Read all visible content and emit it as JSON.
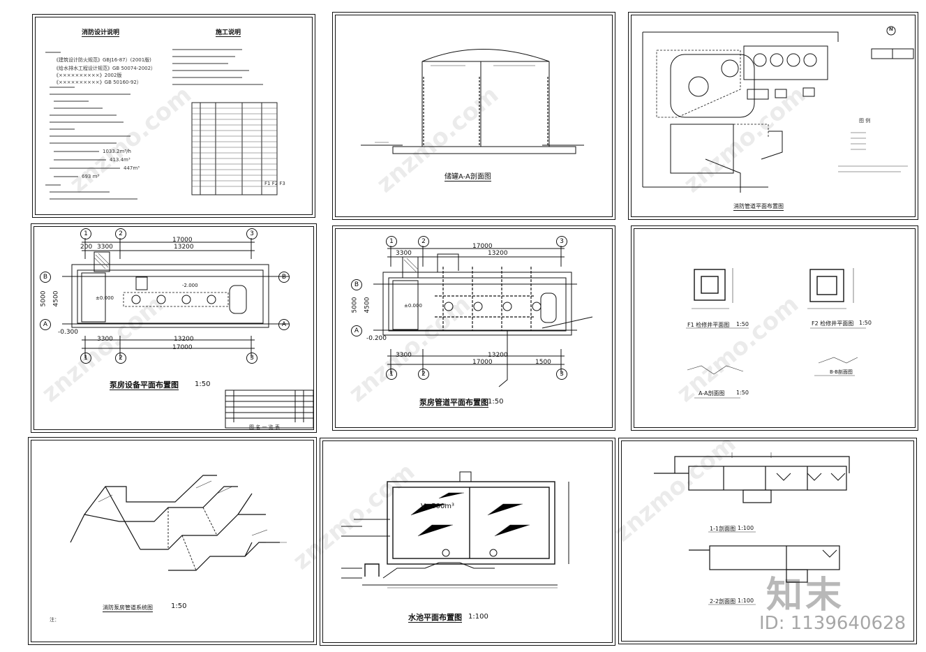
{
  "panels": {
    "notes": {
      "title_left": "消防设计说明",
      "title_right": "施工说明",
      "line1": "《建筑设计防火规范》GBJ16-87）(2001版)",
      "line2": "《给水排水工程设计规范》GB 50074-2002）",
      "line3": "《××××××××××》2002版",
      "line4": "《××××××××××》GB 50160-92）",
      "fig1": "1033.2m³/h",
      "fig2": "413.4m³",
      "fig3": "447m³",
      "fig4": "693 m³",
      "legend_tag": "F1 F2 F3"
    },
    "section_aa": {
      "title": "储罐A-A剖面图"
    },
    "site_plan": {
      "title": "消防管道平面布置图",
      "legend_title": "图 例",
      "north": "N"
    },
    "pump_equipment": {
      "title": "泵房设备平面布置图",
      "scale": "1:50",
      "dim_total": "17000",
      "dim_a": "3300",
      "dim_b": "13200",
      "dim_c": "200",
      "dim_d": "5000",
      "dim_e": "4500",
      "elev1": "-0.300",
      "elev2": "±0.000",
      "elev3": "-2.000",
      "axis": [
        "1",
        "2",
        "3",
        "A",
        "B"
      ],
      "table_footer": "图 名 一 览 表"
    },
    "pump_piping": {
      "title": "泵房管道平面布置图",
      "scale": "1:50",
      "dim_total": "17000",
      "dim_a": "3300",
      "dim_b": "13200",
      "dim_c": "1500",
      "dim_d": "5000",
      "dim_e": "4500",
      "elev1": "-0.200",
      "elev2": "±0.000",
      "axis": [
        "1",
        "2",
        "3",
        "A",
        "B"
      ]
    },
    "details": {
      "f1": "F1 检修井平面图",
      "f1_scale": "1:50",
      "f2": "F2 检修井平面图",
      "f2_scale": "1:50",
      "aa": "A-A剖面图",
      "aa_scale": "1:50",
      "bb": "B-B剖面图"
    },
    "isometric": {
      "title": "消防泵房管道系统图",
      "scale": "1:50",
      "note": "注："
    },
    "pool_plan": {
      "title": "水池平面布置图",
      "scale": "1:100",
      "volume": "V=500m³"
    },
    "pool_sections": {
      "s1": "1-1剖面图",
      "s1_scale": "1:100",
      "s2": "2-2剖面图",
      "s2_scale": "1:100"
    }
  },
  "brand": {
    "name": "知末",
    "id": "ID: 1139640628",
    "watermark": "znzmo.com"
  }
}
